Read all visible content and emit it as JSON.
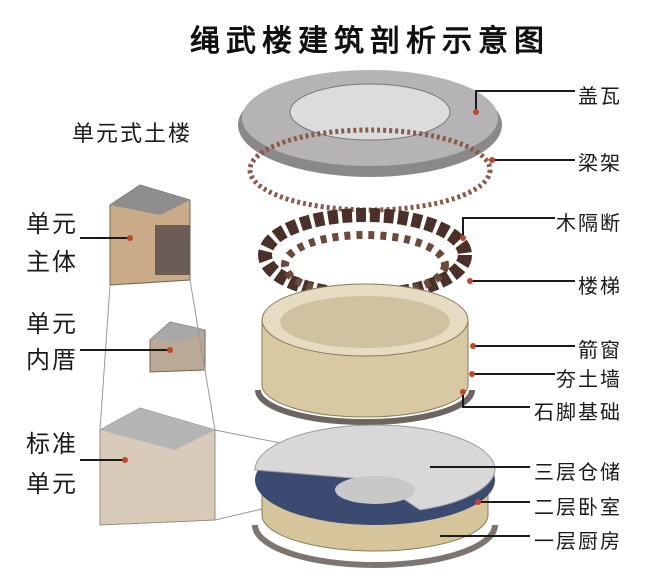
{
  "title": "绳武楼建筑剖析示意图",
  "unit_section": {
    "heading": "单元式土楼",
    "labels": [
      {
        "line1": "单元",
        "line2": "主体"
      },
      {
        "line1": "单元",
        "line2": "内厝"
      },
      {
        "line1": "标准",
        "line2": "单元"
      }
    ]
  },
  "components": [
    "盖瓦",
    "梁架",
    "木隔断",
    "楼梯",
    "箭窗",
    "夯土墙",
    "石脚基础"
  ],
  "floors": [
    "三层仓储",
    "二层卧室",
    "一层厨房"
  ],
  "colors": {
    "leader": "#1a1a1a",
    "dot": "#c0452a",
    "wall": "#d8c9a3",
    "wood": "#4a3028",
    "roof": "#8c8a8a"
  }
}
